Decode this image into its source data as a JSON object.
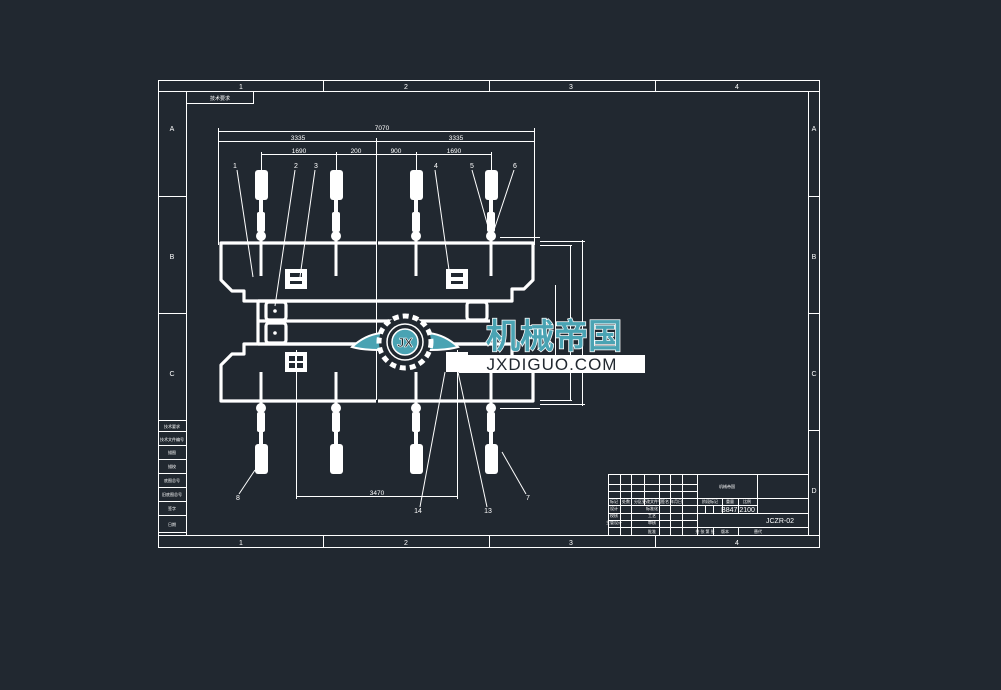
{
  "drawing": {
    "background": "#212830",
    "line_color": "#ffffff",
    "frame": {
      "column_labels": [
        "1",
        "2",
        "3",
        "4"
      ],
      "row_labels": [
        "A",
        "B",
        "C",
        "D"
      ],
      "corner_label": "技术要求"
    },
    "dimensions": {
      "overall": "7070",
      "left_half": "3335",
      "right_half": "3335",
      "left_span": "1690",
      "left_gap": "200",
      "right_gap": "900",
      "right_span": "1690",
      "bottom_span": "3470"
    },
    "callouts": [
      "1",
      "2",
      "3",
      "4",
      "5",
      "6",
      "7",
      "8",
      "13",
      "14"
    ],
    "revision_table": {
      "rows": [
        "技术要求",
        "技术文件编号",
        "描图",
        "描校",
        "底图总号",
        "旧底图总号",
        "签字",
        "日期"
      ]
    },
    "title_block": {
      "company": "机械帝国",
      "header_cols": [
        "标记",
        "处数",
        "分区",
        "更改文件号",
        "签名",
        "年月日"
      ],
      "roles": [
        "设计",
        "校核",
        "主管设计"
      ],
      "roles_right": [
        "标准化",
        "工艺",
        "审核",
        "批准"
      ],
      "stage_cols": [
        "阶段标记",
        "重量",
        "比例"
      ],
      "drawing_number": "B847.2100",
      "part_code": "JCZR-02",
      "sheet_info": "共 张 第 张",
      "version": "版本",
      "replace": "替代"
    }
  },
  "watermark": {
    "emblem_text": "JX",
    "title_cn": "机械帝国",
    "url": "JXDIGUO.COM",
    "color": "#4aa3b3"
  }
}
